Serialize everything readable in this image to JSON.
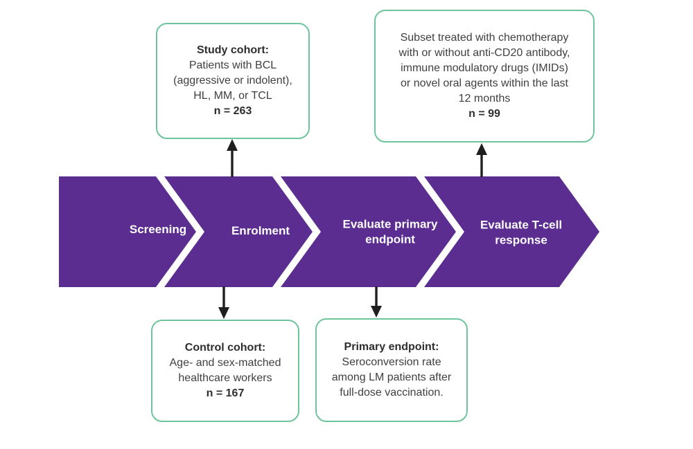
{
  "diagram": {
    "stages": [
      {
        "label": "Screening"
      },
      {
        "label": "Enrolment"
      },
      {
        "label": "Evaluate primary endpoint"
      },
      {
        "label": "Evaluate T-cell response"
      }
    ],
    "callouts": {
      "study_cohort": {
        "title": "Study cohort:",
        "body": "Patients with BCL (aggressive or indolent), HL, MM, or TCL",
        "n": "n = 263"
      },
      "treated_subset": {
        "body": "Subset treated with chemotherapy with or without anti-CD20 antibody, immune modulatory drugs (IMIDs) or novel oral agents within the last 12 months",
        "n": "n = 99"
      },
      "control_cohort": {
        "title": "Control cohort:",
        "body": "Age- and sex-matched healthcare workers",
        "n": "n = 167"
      },
      "primary_endpoint": {
        "title": "Primary endpoint:",
        "body": "Seroconversion rate among LM patients after full-dose vaccination."
      }
    },
    "colors": {
      "chevron_fill": "#5C2D91",
      "callout_border": "#6EC49C",
      "arrow": "#1f1f1f",
      "stage_label_text": "#FFFFFF",
      "body_text": "#3F3F3F"
    }
  }
}
